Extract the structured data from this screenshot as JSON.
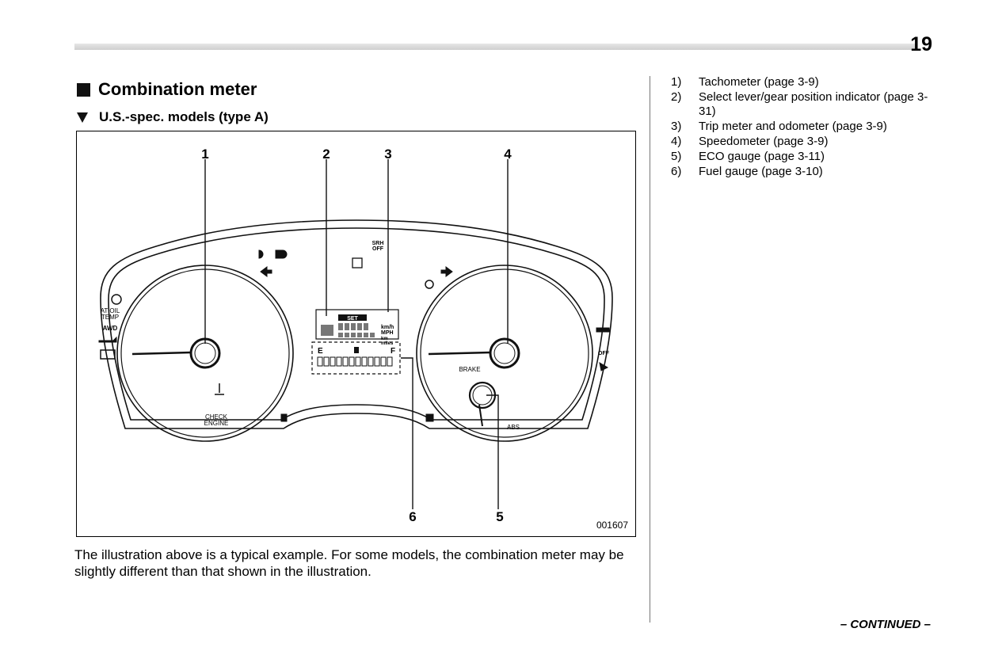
{
  "page": {
    "number": "19",
    "continued": "– CONTINUED –"
  },
  "section": {
    "title": "Combination meter",
    "subtitle": "U.S.-spec. models (type A)"
  },
  "figure": {
    "code": "001607",
    "callouts": [
      "1",
      "2",
      "3",
      "4",
      "5",
      "6"
    ],
    "labels": {
      "at_oil_temp_1": "AT OIL",
      "at_oil_temp_2": "TEMP",
      "awd": "AWD",
      "check_engine_1": "CHECK",
      "check_engine_2": "ENGINE",
      "brake": "BRAKE",
      "abs": "ABS",
      "srh_1": "SRH",
      "srh_2": "OFF",
      "vdc_off": "OFF",
      "display_set": "SET",
      "display_kmh": "km/h",
      "display_mph": "MPH",
      "display_km": "km",
      "display_miles": "miles",
      "fuel_e": "E",
      "fuel_f": "F"
    }
  },
  "caption": "The illustration above is a typical example. For some models, the combination meter may be slightly different than that shown in the illustration.",
  "legend": [
    {
      "num": "1)",
      "text": "Tachometer (page 3-9)"
    },
    {
      "num": "2)",
      "text": "Select lever/gear position indicator (page 3-31)"
    },
    {
      "num": "3)",
      "text": "Trip meter and odometer (page 3-9)"
    },
    {
      "num": "4)",
      "text": "Speedometer (page 3-9)"
    },
    {
      "num": "5)",
      "text": "ECO gauge (page 3-11)"
    },
    {
      "num": "6)",
      "text": "Fuel gauge (page 3-10)"
    }
  ]
}
